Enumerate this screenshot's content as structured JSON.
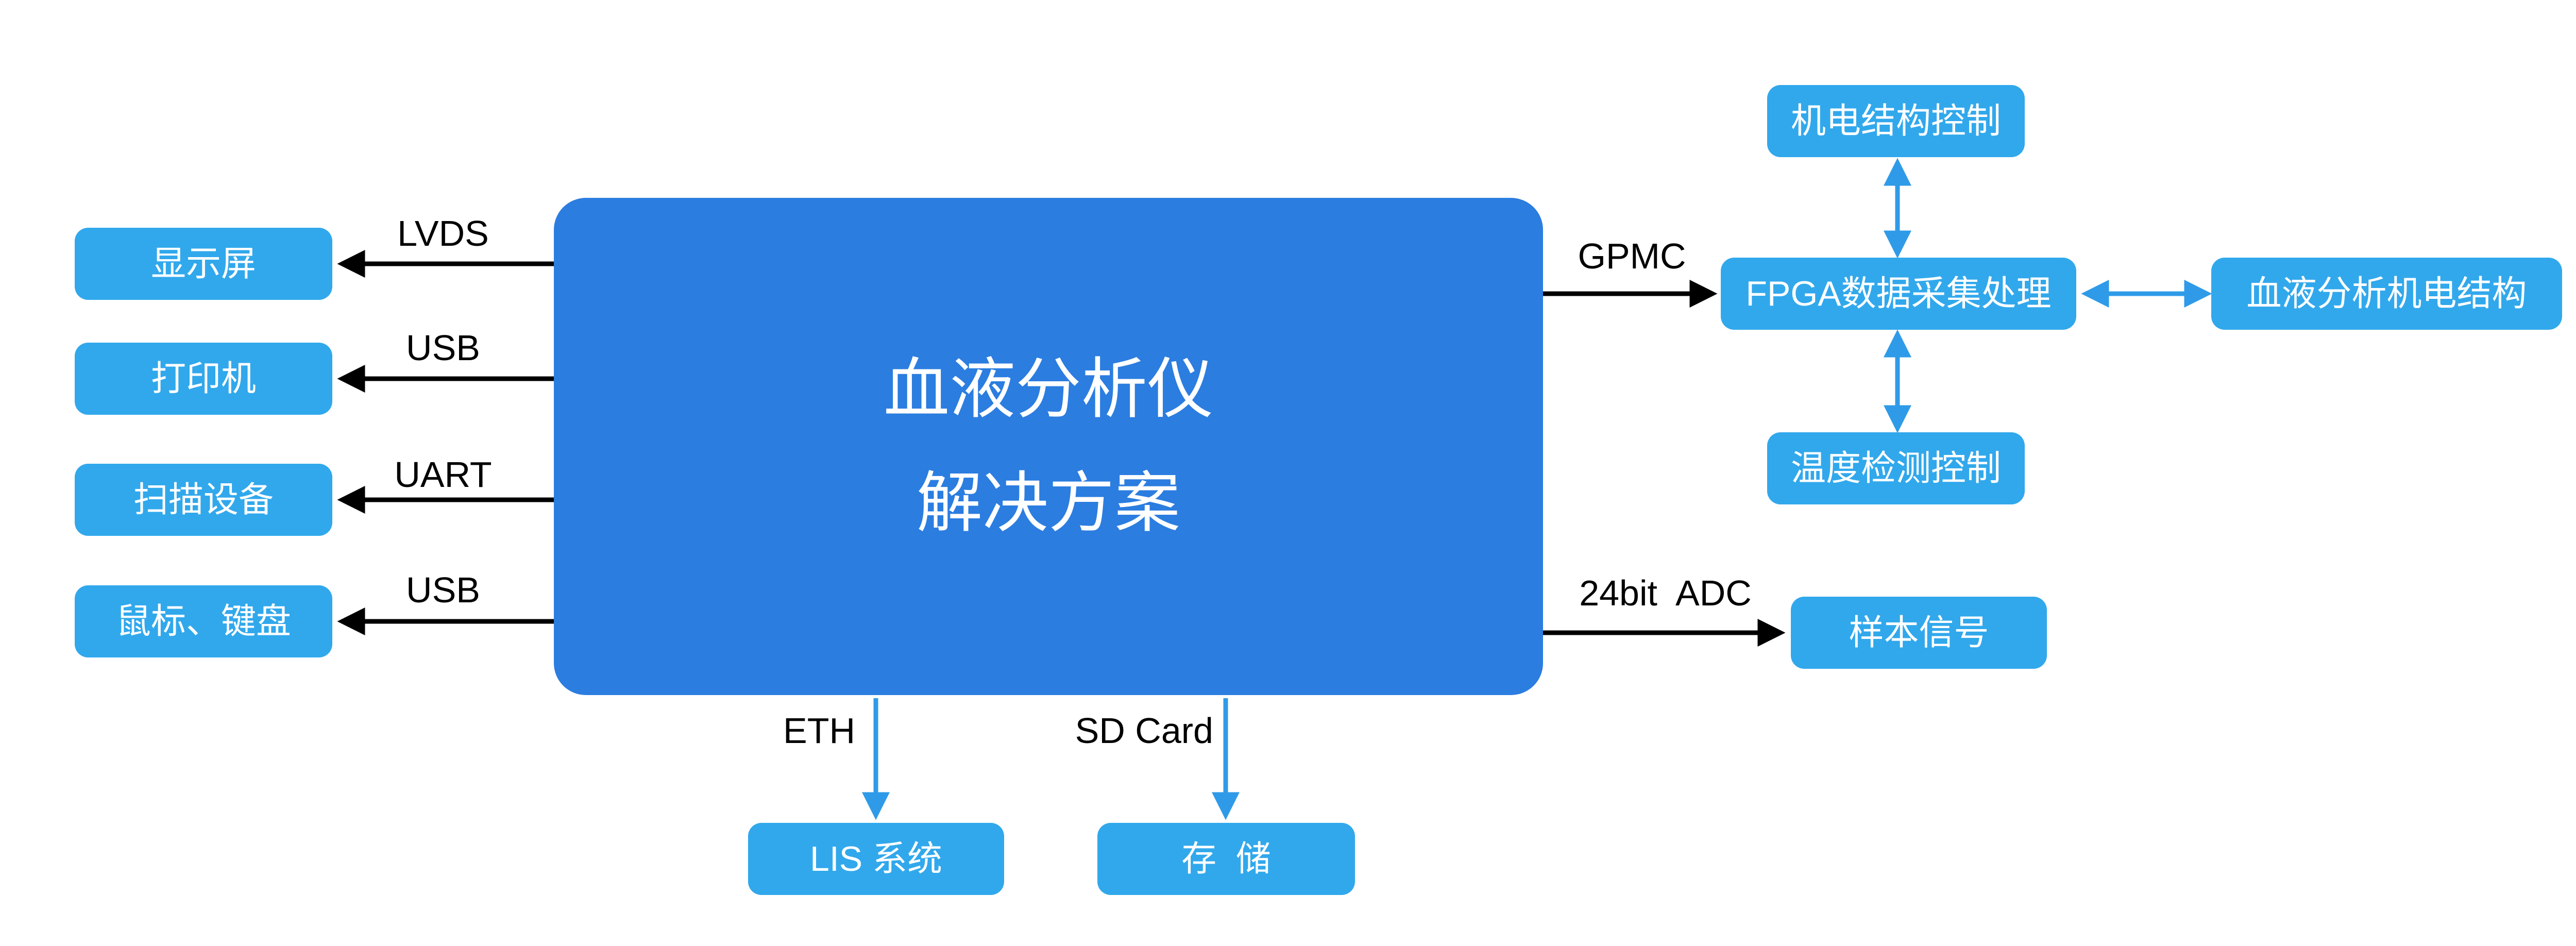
{
  "colors": {
    "main_blue": "#2b7de0",
    "light_blue": "#31a8ec",
    "arrow_blue": "#2f9be8",
    "arrow_black": "#000000",
    "box_text": "#ffffff",
    "label_text": "#000000",
    "background": "#ffffff"
  },
  "main_box": {
    "line1": "血液分析仪",
    "line2": "解决方案"
  },
  "left_devices": [
    {
      "label": "显示屏",
      "bus": "LVDS"
    },
    {
      "label": "打印机",
      "bus": "USB"
    },
    {
      "label": "扫描设备",
      "bus": "UART"
    },
    {
      "label": "鼠标、键盘",
      "bus": "USB"
    }
  ],
  "fpga_cluster": {
    "bus_label": "GPMC",
    "fpga": "FPGA数据采集处理",
    "top": "机电结构控制",
    "bottom": "温度检测控制",
    "right": "血液分析机电结构"
  },
  "sample": {
    "bus_label": "24bit  ADC",
    "box": "样本信号"
  },
  "bottom": {
    "eth_label": "ETH",
    "lis": "LIS 系统",
    "sd_label": "SD Card",
    "storage": "存  储"
  }
}
